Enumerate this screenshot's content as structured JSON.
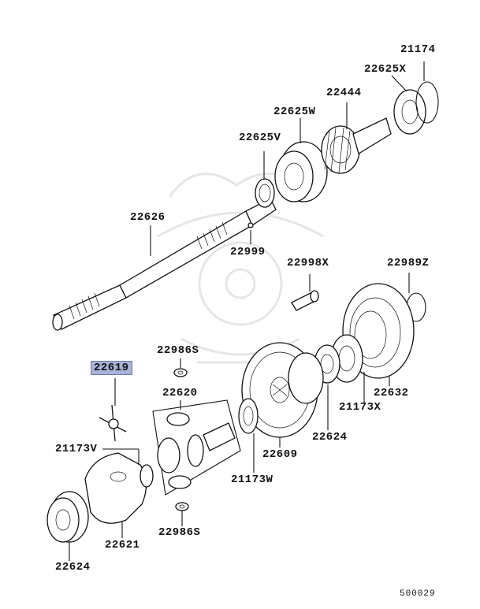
{
  "parts": [
    {
      "key": "p21174",
      "label": "21174"
    },
    {
      "key": "p22625X",
      "label": "22625X"
    },
    {
      "key": "p22444",
      "label": "22444"
    },
    {
      "key": "p22625W",
      "label": "22625W"
    },
    {
      "key": "p22625V",
      "label": "22625V"
    },
    {
      "key": "p22626",
      "label": "22626"
    },
    {
      "key": "p22999",
      "label": "22999"
    },
    {
      "key": "p22998X",
      "label": "22998X"
    },
    {
      "key": "p22989Z",
      "label": "22989Z"
    },
    {
      "key": "p22986S_top",
      "label": "22986S"
    },
    {
      "key": "p22619",
      "label": "22619",
      "highlighted": true
    },
    {
      "key": "p22620",
      "label": "22620"
    },
    {
      "key": "p21173V",
      "label": "21173V"
    },
    {
      "key": "p22632",
      "label": "22632"
    },
    {
      "key": "p21173X",
      "label": "21173X"
    },
    {
      "key": "p22624_right",
      "label": "22624"
    },
    {
      "key": "p22609",
      "label": "22609"
    },
    {
      "key": "p21173W",
      "label": "21173W"
    },
    {
      "key": "p22986S_bottom",
      "label": "22986S"
    },
    {
      "key": "p22621",
      "label": "22621"
    },
    {
      "key": "p22624_left",
      "label": "22624"
    }
  ],
  "diagram_code": "500029",
  "colors": {
    "highlight": "#a9b3d9",
    "line": "#111111",
    "watermark": "#e6e6e6"
  }
}
